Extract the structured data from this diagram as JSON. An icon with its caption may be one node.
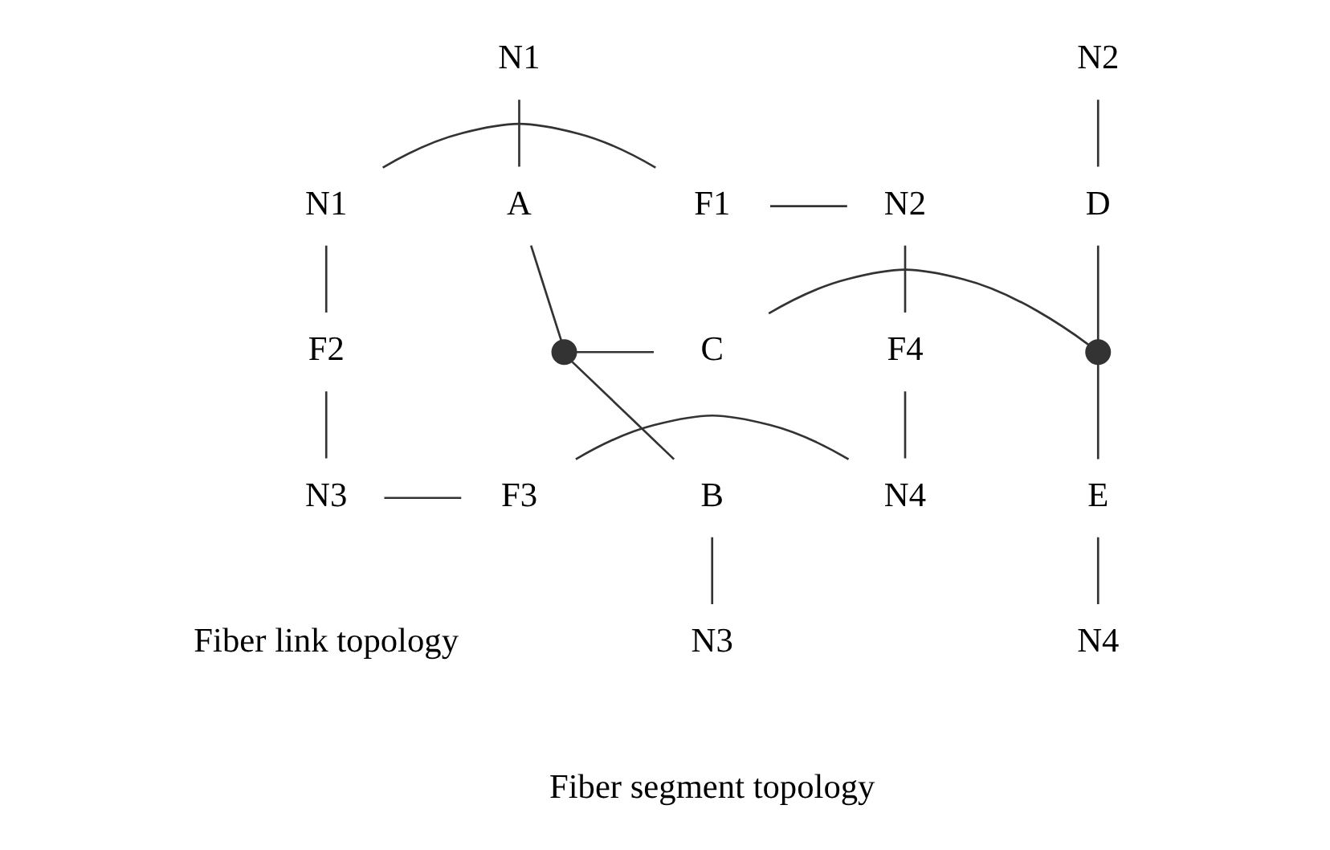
{
  "diagram": {
    "nodes": [
      {
        "text": [
          "N1"
        ]
      },
      {
        "text": [
          "N2"
        ]
      },
      {
        "text": [
          "A"
        ]
      },
      {
        "text": [
          "D"
        ]
      },
      {
        "text": [],
        "shape": "circle"
      },
      {
        "text": [
          "C"
        ]
      },
      {
        "text": [],
        "shape": "circle"
      },
      {
        "text": [
          "B"
        ]
      },
      {
        "text": [
          "E"
        ]
      },
      {
        "text": [
          "N3"
        ]
      },
      {
        "text": [
          "N4"
        ]
      },
      {
        "text": [
          "N1"
        ]
      },
      {
        "text": [
          "F1"
        ]
      },
      {
        "text": [
          "N2"
        ]
      },
      {
        "text": [
          "F2"
        ]
      },
      {
        "text": [
          "F4"
        ]
      },
      {
        "text": [
          "N3"
        ]
      },
      {
        "text": [
          "F3"
        ]
      },
      {
        "text": [
          "N4"
        ]
      }
    ],
    "edges": [
      {
        "from": 0,
        "to": 2,
        "arrow": "none"
      },
      {
        "from": 1,
        "to": 3,
        "arrow": "none"
      },
      {
        "from": 2,
        "to": 4,
        "arrow": "none"
      },
      {
        "from": 3,
        "to": 6,
        "arrow": "none"
      },
      {
        "from": 4,
        "to": 5,
        "arrow": "none"
      },
      {
        "from": 5,
        "to": 6,
        "arrow": "none"
      },
      {
        "from": 4,
        "to": 7,
        "arrow": "none"
      },
      {
        "from": 6,
        "to": 8,
        "arrow": "none"
      },
      {
        "from": 7,
        "to": 9,
        "arrow": "none"
      },
      {
        "from": 8,
        "to": 10,
        "arrow": "none"
      },
      {
        "from": 11,
        "to": 12,
        "arrow": "none"
      },
      {
        "from": 12,
        "to": 13,
        "arrow": "none"
      },
      {
        "from": 11,
        "to": 14,
        "arrow": "none"
      },
      {
        "from": 13,
        "to": 15,
        "arrow": "none"
      },
      {
        "from": 14,
        "to": 16,
        "arrow": "none"
      },
      {
        "from": 15,
        "to": 18,
        "arrow": "none"
      },
      {
        "from": 16,
        "to": 17,
        "arrow": "none"
      },
      {
        "from": 17,
        "to": 18,
        "arrow": "none"
      }
    ],
    "labels": [
      "Fiber segment topology",
      "Fiber link topology"
    ]
  }
}
